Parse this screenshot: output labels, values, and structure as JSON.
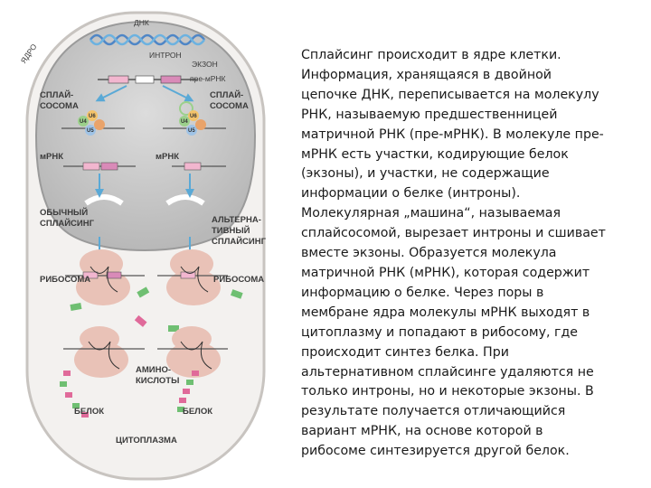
{
  "diagram": {
    "labels": {
      "dna": "ДНК",
      "nucleus": "ЯДРО",
      "intron": "ИНТРОН",
      "exon": "ЭКЗОН",
      "pre_mrna": "пре-мРНК",
      "spliceosome_left_1": "СПЛАЙ-",
      "spliceosome_left_2": "СОСОМА",
      "spliceosome_right_1": "СПЛАЙ-",
      "spliceosome_right_2": "СОСОМА",
      "mrna_left": "мРНК",
      "mrna_right": "мРНК",
      "normal_splicing_1": "ОБЫЧНЫЙ",
      "normal_splicing_2": "СПЛАЙСИНГ",
      "alt_splicing_1": "АЛЬТЕРНА-",
      "alt_splicing_2": "ТИВНЫЙ",
      "alt_splicing_3": "СПЛАЙСИНГ",
      "ribosome_left": "РИБОСОМА",
      "ribosome_right": "РИБОСОМА",
      "amino_acids_1": "АМИНО-",
      "amino_acids_2": "КИСЛОТЫ",
      "protein_left": "БЕЛОК",
      "protein_right": "БЕЛОК",
      "cytoplasm": "ЦИТОПЛАЗМА",
      "u4": "U4",
      "u5": "U5",
      "u6": "U6"
    }
  },
  "description": {
    "lines": [
      "Сплайсинг происходит в ядре клетки.",
      "Информация, хранящаяся в двойной",
      "цепочке ДНК, переписывается на молекулу",
      "РНК, называемую предшественницей",
      "матричной РНК (пре-мРНК). В молекуле пре-",
      "мРНК есть участки, кодирующие белок",
      "(экзоны), и участки, не содержащие",
      "информации о белке (интроны).",
      "Молекулярная „машина“, называемая",
      "сплайсосомой, вырезает интроны и сшивает",
      "вместе экзоны. Образуется молекула",
      "матричной РНК (мРНК), которая содержит",
      "информацию о белке. Через поры в",
      "мембране ядра молекулы мРНК выходят в",
      "цитоплазму и попадают в рибосому, где",
      "происходит синтез белка. При",
      "альтернативном сплайсинге удаляются не",
      "только интроны, но и некоторые экзоны. В",
      "результате получается отличающийся",
      "вариант мРНК, на основе которой в",
      "рибосоме синтезируется другой белок."
    ]
  },
  "colors": {
    "cell_fill": "#f3f1ef",
    "cell_border": "#c8c4c0",
    "nucleus_fill": "#c9c9c9",
    "nucleus_border": "#9a9a9a",
    "arrow": "#5aa9d6",
    "ribosome": "#e9c2b7",
    "exon": "#d98ab8",
    "amino_acid_green": "#6fbf72",
    "amino_acid_pink": "#e06a9a"
  }
}
